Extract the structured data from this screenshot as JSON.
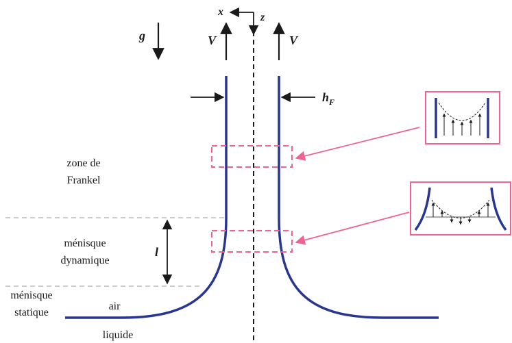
{
  "symbols": {
    "x": "x",
    "z": "z",
    "g": "g",
    "v_left": "V",
    "v_right": "V",
    "h": "h",
    "h_subscript": "F",
    "l": "l"
  },
  "zones": {
    "frankel_line1": "zone de",
    "frankel_line2": "Frankel",
    "dynamic_line1": "ménisque",
    "dynamic_line2": "dynamique",
    "static_line1": "ménisque",
    "static_line2": "statique",
    "air": "air",
    "liquid": "liquide"
  },
  "colors": {
    "film": "#283593",
    "highlight": "#f06292",
    "dashed_guides": "#b0b0b0",
    "text": "#1a1a1a"
  }
}
